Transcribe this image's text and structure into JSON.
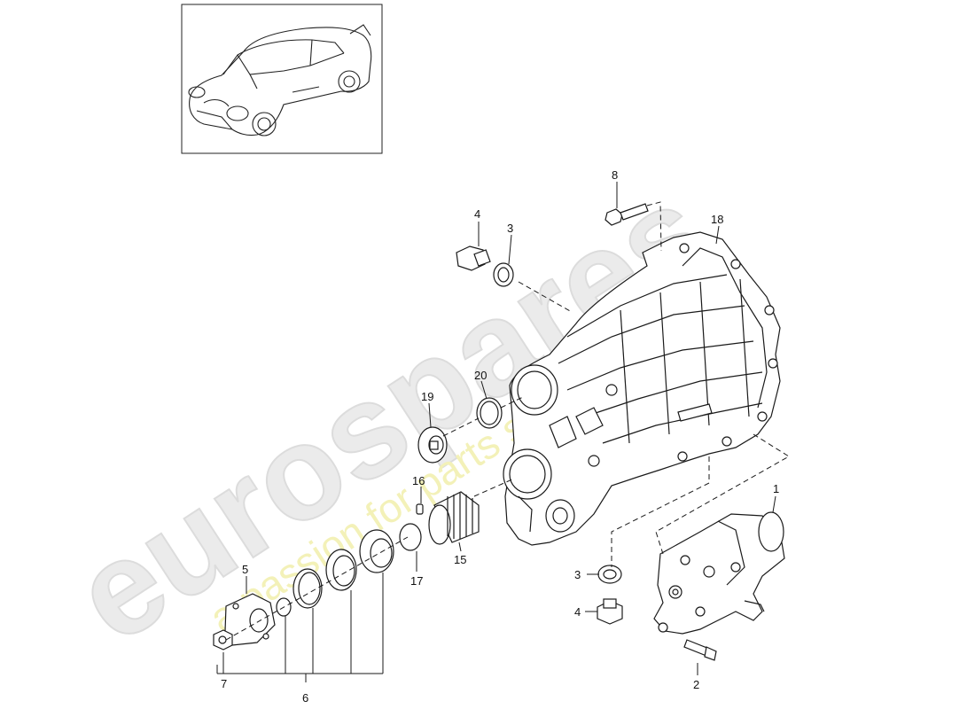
{
  "watermark": {
    "brand": "eurospares",
    "tagline": "a passion for parts since 1985"
  },
  "callouts": {
    "c1": "1",
    "c2": "2",
    "c3a": "3",
    "c3b": "3",
    "c4a": "4",
    "c4b": "4",
    "c5": "5",
    "c6": "6",
    "c7": "7",
    "c8": "8",
    "c15": "15",
    "c16": "16",
    "c17": "17",
    "c18": "18",
    "c19": "19",
    "c20": "20"
  },
  "colors": {
    "line": "#1a1a1a",
    "watermark_gray": "#e6e6e6",
    "watermark_yellow": "#f1efb0"
  }
}
